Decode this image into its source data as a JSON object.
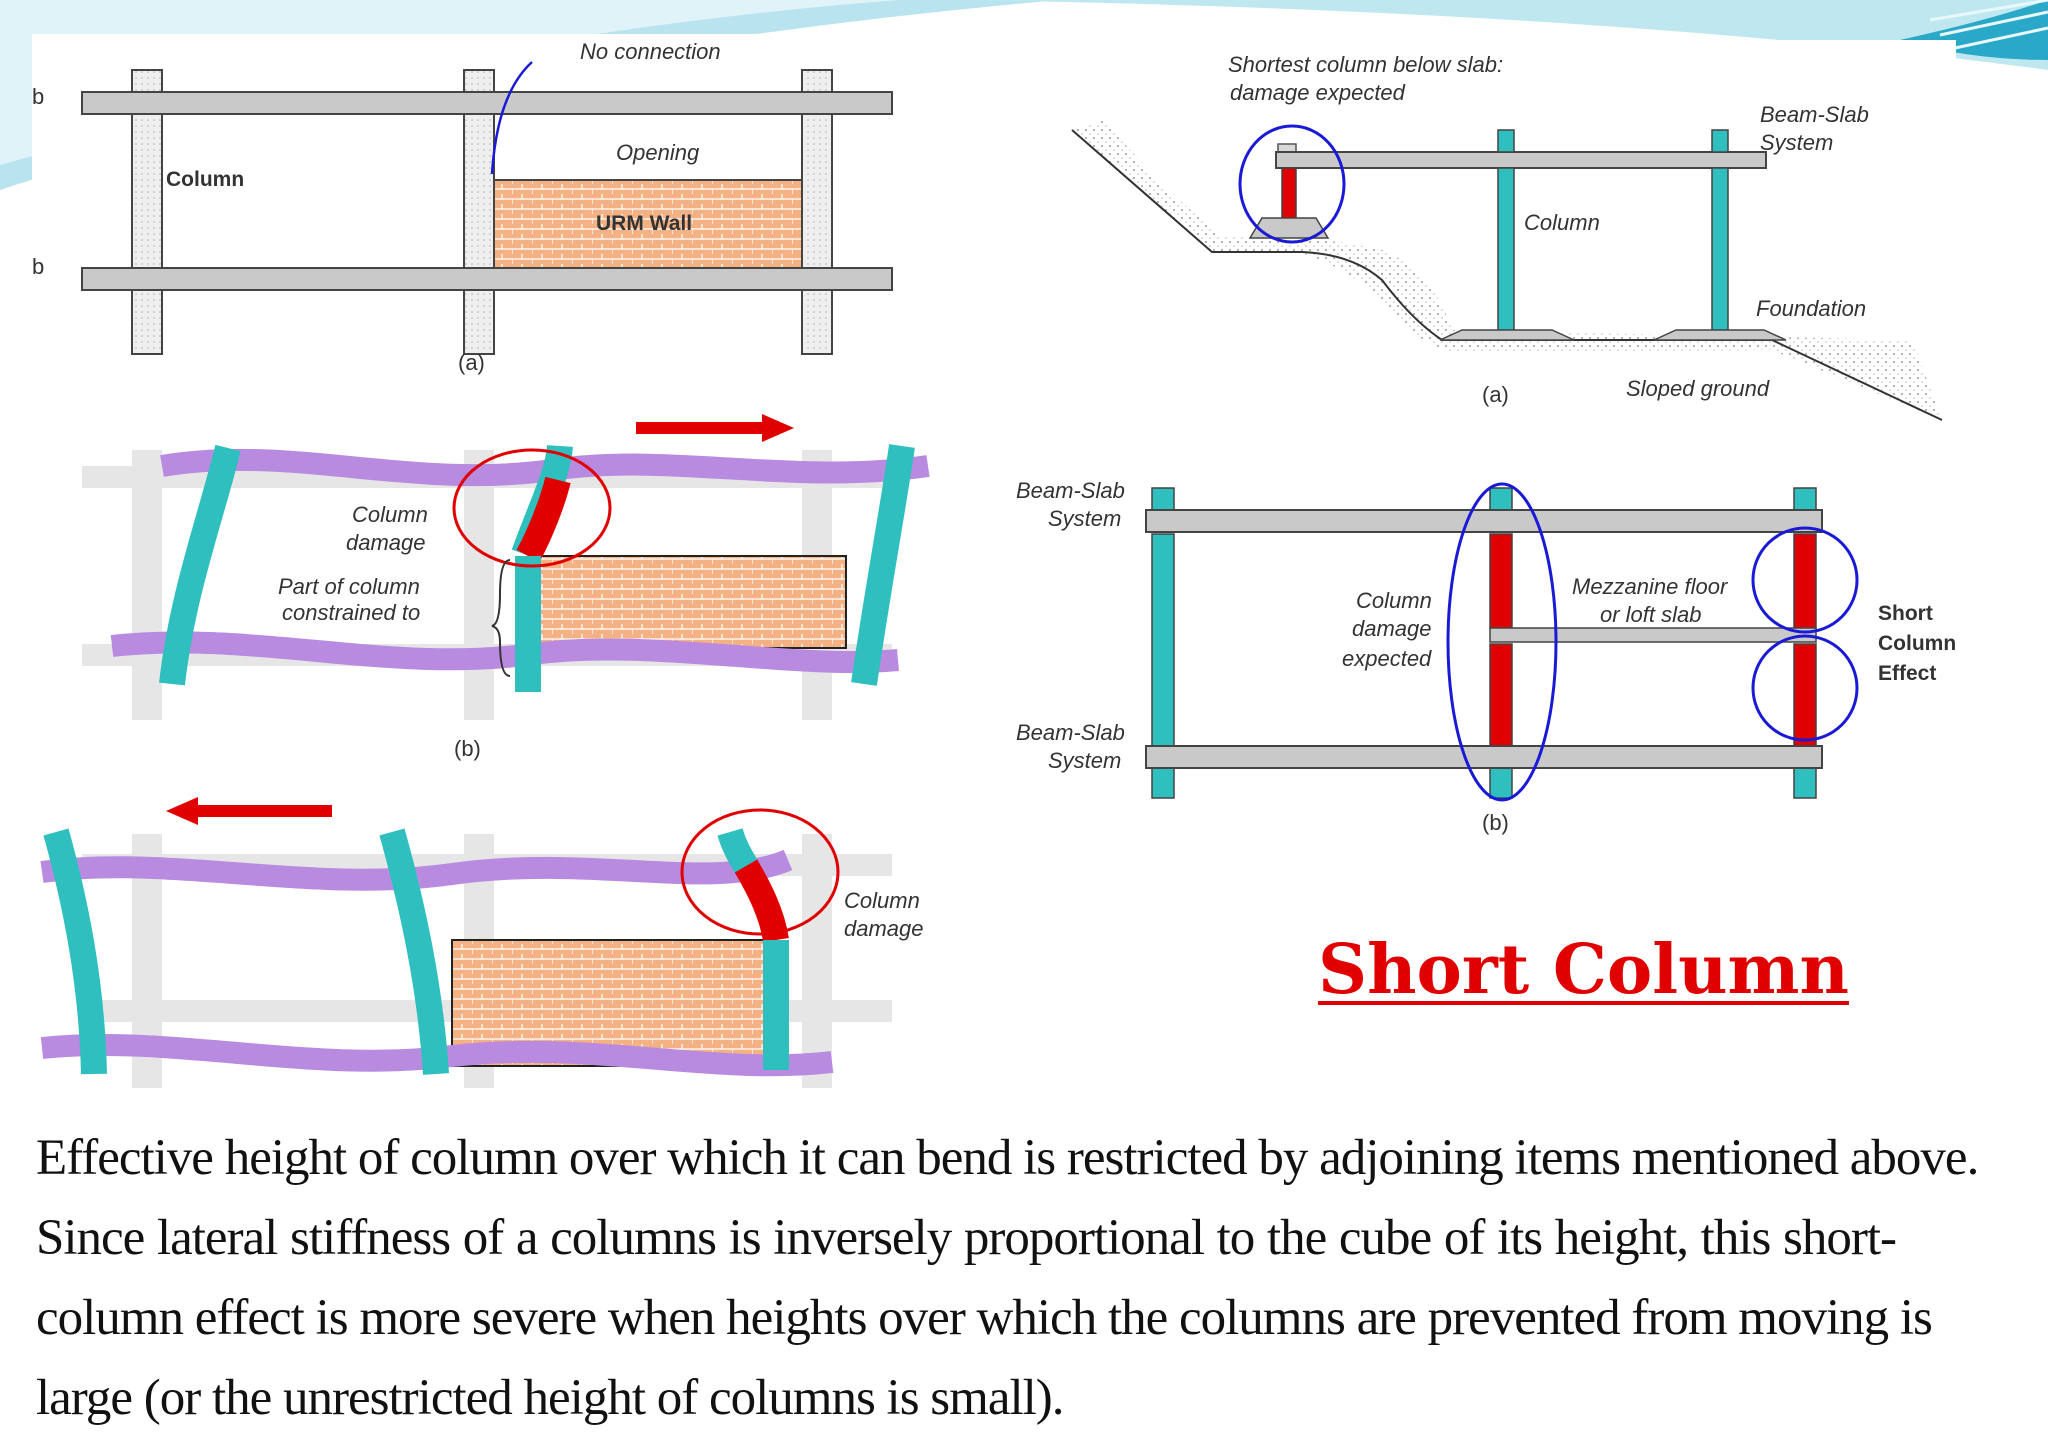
{
  "colors": {
    "accent": "#e00000",
    "slide_teal": "#4fc3d6",
    "column_teal": "#2fbfbf",
    "beam_violet": "#b98be0",
    "damage_red": "#e00000",
    "marker_blue": "#1a1ad6",
    "brick": "#f4b183"
  },
  "title": "Short Column",
  "body_text": [
    "Effective height of column over which it can bend is restricted by adjoining items mentioned above.",
    "Since lateral stiffness of a columns is inversely proportional to the cube of its height, this short-",
    "column effect is more severe when heights over which the columns are prevented from moving is",
    "large (or the unrestricted height of columns is small)."
  ],
  "left_figure": {
    "a": {
      "no_connection": "No connection",
      "column": "Column",
      "opening": "Opening",
      "urm_wall": "URM Wall",
      "caption": "(a)",
      "edge_b1": "b",
      "edge_b2": "b"
    },
    "b": {
      "column_damage_1": "Column",
      "column_damage_2": "damage",
      "part_1": "Part of column",
      "part_2": "constrained to",
      "caption": "(b)"
    },
    "c": {
      "column_damage_1": "Column",
      "column_damage_2": "damage"
    }
  },
  "right_figure": {
    "a": {
      "shortest_1": "Shortest column below slab:",
      "shortest_2": "damage expected",
      "beam_slab_1": "Beam-Slab",
      "beam_slab_2": "System",
      "column": "Column",
      "foundation": "Foundation",
      "sloped_ground": "Sloped ground",
      "caption": "(a)"
    },
    "b": {
      "beam_slab_1": "Beam-Slab",
      "beam_slab_2": "System",
      "column_damage_1": "Column",
      "column_damage_2": "damage",
      "column_damage_3": "expected",
      "mezz_1": "Mezzanine floor",
      "mezz_2": "or loft slab",
      "short_1": "Short",
      "short_2": "Column",
      "short_3": "Effect",
      "caption": "(b)"
    }
  }
}
